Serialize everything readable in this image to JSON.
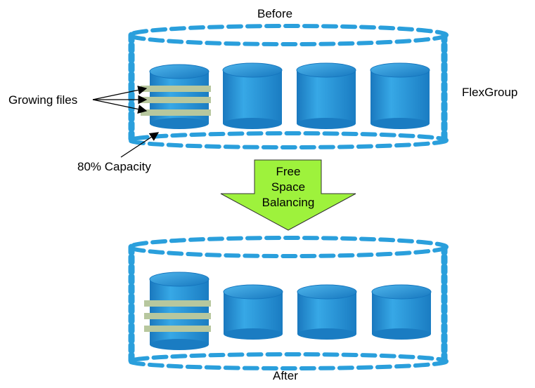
{
  "diagram": {
    "before_label": "Before",
    "after_label": "After",
    "flexgroup_label": "FlexGroup",
    "growing_files_label": "Growing files",
    "capacity_label": "80% Capacity",
    "arrow_lines": [
      "Free",
      "Space",
      "Balancing"
    ]
  },
  "colors": {
    "dash_blue": "#2a9fdc",
    "cylinder_body": "#2196d6",
    "cylinder_top": "#1a7fc4",
    "file_band": "#b7c79e",
    "arrow_fill": "#9ef23c"
  }
}
